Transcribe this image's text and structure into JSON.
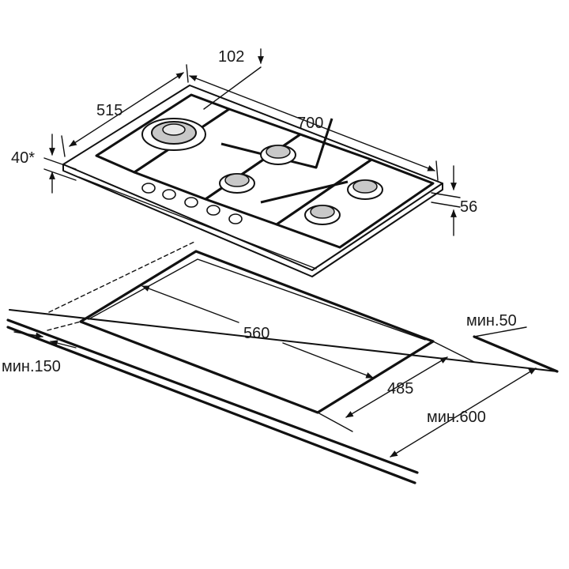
{
  "colors": {
    "line": "#111111",
    "background": "#ffffff",
    "burner": "#c8c8c8"
  },
  "dimensions": {
    "d102": "102",
    "d515": "515",
    "d700": "700",
    "d40": "40*",
    "d56": "56",
    "d560": "560",
    "d485": "485",
    "min50": "мин.50",
    "min150": "мин.150",
    "min600": "мин.600"
  }
}
